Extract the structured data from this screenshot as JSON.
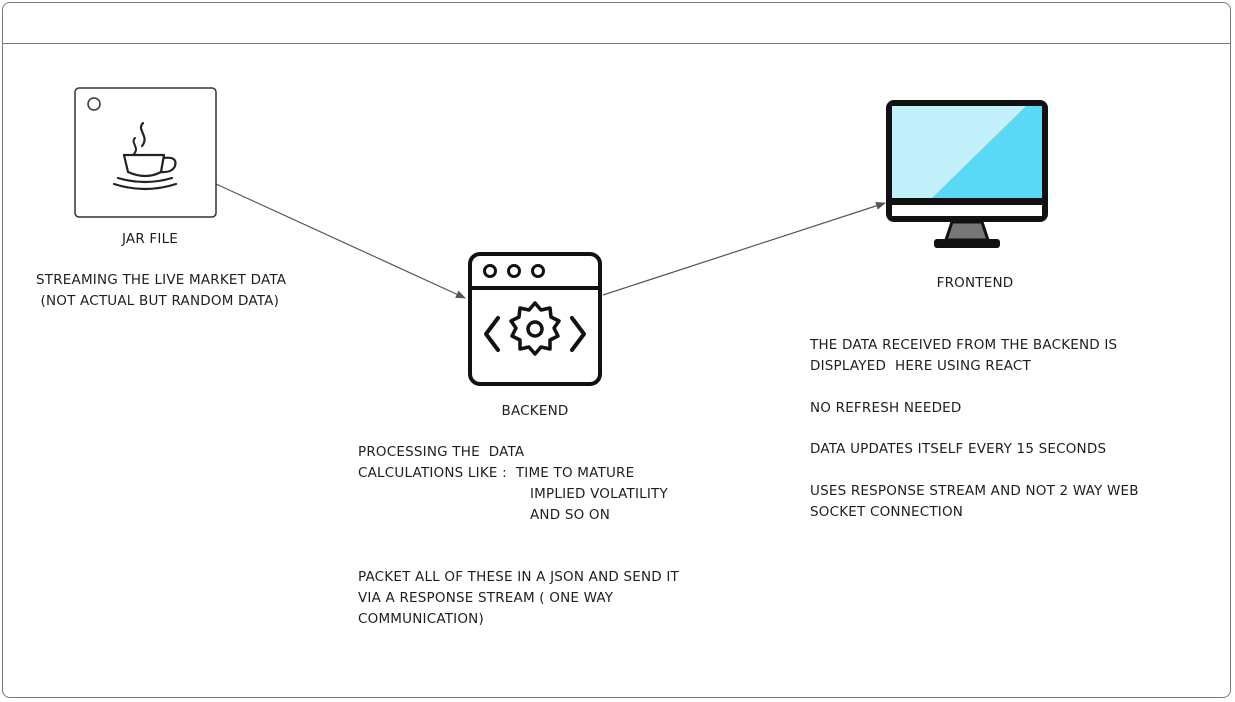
{
  "nodes": {
    "jar": {
      "label": "JAR FILE",
      "icon": "java-cup-icon"
    },
    "backend": {
      "label": "BACKEND",
      "icon": "gear-window-icon"
    },
    "frontend": {
      "label": "FRONTEND",
      "icon": "monitor-icon"
    }
  },
  "notes": {
    "jar": {
      "line1": "STREAMING THE LIVE MARKET DATA",
      "line2": " (NOT ACTUAL BUT RANDOM DATA)"
    },
    "backend": {
      "line1": "PROCESSING THE  DATA",
      "line2": "CALCULATIONS LIKE :  TIME TO MATURE",
      "line3": "IMPLIED VOLATILITY",
      "line4": "AND SO ON",
      "line5": "PACKET ALL OF THESE IN A JSON AND SEND IT",
      "line6": "VIA A RESPONSE STREAM ( ONE WAY",
      "line7": "COMMUNICATION)"
    },
    "frontend": {
      "line1": "THE DATA RECEIVED FROM THE BACKEND IS",
      "line2": "DISPLAYED  HERE USING REACT",
      "line3": "NO REFRESH NEEDED",
      "line4": "DATA UPDATES ITSELF EVERY 15 SECONDS",
      "line5": "USES RESPONSE STREAM AND NOT 2 WAY WEB",
      "line6": "SOCKET CONNECTION"
    }
  },
  "colors": {
    "stroke": "#222222",
    "screen_light": "#c3f1fb",
    "screen_dark": "#5ad9f6",
    "arrow": "#555555"
  }
}
